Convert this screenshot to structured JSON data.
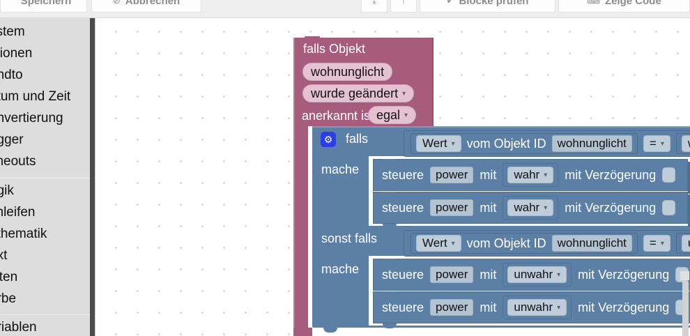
{
  "toolbar": {
    "save_label": "Speichern",
    "save_icon": "save-icon",
    "cancel_label": "Abbrechen",
    "cancel_icon": "⊘",
    "zoom_out_icon": "⤓",
    "zoom_in_icon": "⤒",
    "check_label": "Blöcke prüfen",
    "check_icon": "✔",
    "code_label": "Zeige Code",
    "code_icon": "⌨"
  },
  "sidebar": {
    "items": [
      {
        "label": "ystem"
      },
      {
        "label": "ktionen"
      },
      {
        "label": "endto"
      },
      {
        "label": "atum und Zeit"
      },
      {
        "label": "onvertierung"
      },
      {
        "label": "rigger"
      },
      {
        "label": "imeouts"
      },
      {
        "label": "ogik"
      },
      {
        "label": "chleifen"
      },
      {
        "label": "athematik"
      },
      {
        "label": "ext"
      },
      {
        "label": "isten"
      },
      {
        "label": "arbe"
      },
      {
        "label": "ariablen"
      }
    ]
  },
  "workspace": {
    "trigger_block": {
      "title": "falls Objekt",
      "object_id": "wohnunglicht",
      "change_type": "wurde geändert",
      "ack_label": "anerkannt ist",
      "ack_value": "egal",
      "color": "#a75c7e",
      "field_color": "#e4c2d2"
    },
    "logic_block": {
      "color": "#5b7fa5",
      "field_color": "#bfcddb",
      "gear_icon": "⚙",
      "if_label": "falls",
      "do_label_1": "mache",
      "elseif_label": "sonst falls",
      "do_label_2": "mache",
      "condition_1": {
        "getter": "Wert",
        "middle_text": "vom Objekt ID",
        "object_id": "wohnunglicht",
        "operator": "=",
        "compare_value": "wahr"
      },
      "condition_2": {
        "getter": "Wert",
        "middle_text": "vom Objekt ID",
        "object_id": "wohnunglicht",
        "operator": "=",
        "compare_value": "unwahr"
      },
      "statements": [
        {
          "verb": "steuere",
          "target": "power",
          "with_label": "mit",
          "value": "wahr",
          "delay_label": "mit Verzögerung",
          "delay_checked": false
        },
        {
          "verb": "steuere",
          "target": "power",
          "with_label": "mit",
          "value": "wahr",
          "delay_label": "mit Verzögerung",
          "delay_checked": false
        },
        {
          "verb": "steuere",
          "target": "power",
          "with_label": "mit",
          "value": "unwahr",
          "delay_label": "mit Verzögerung",
          "delay_checked": false
        },
        {
          "verb": "steuere",
          "target": "power",
          "with_label": "mit",
          "value": "unwahr",
          "delay_label": "mit Verzögerung",
          "delay_checked": false
        }
      ]
    },
    "dropdown_arrow": "▾"
  }
}
